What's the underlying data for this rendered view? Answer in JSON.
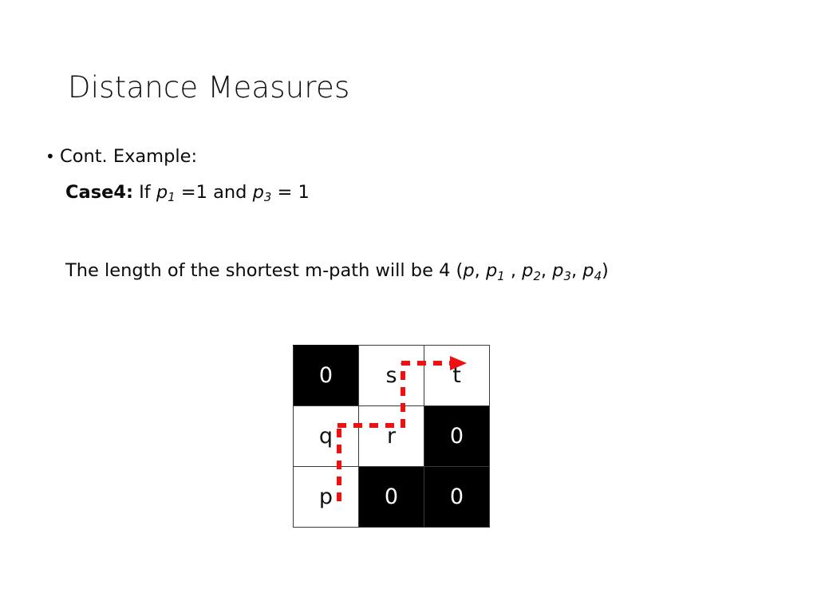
{
  "slide": {
    "title": "Distance Measures"
  },
  "content": {
    "bullet_marker": "•",
    "bullet_label": "Cont. Example:",
    "case_label": "Case4:",
    "case_text_1": "If",
    "case_var_1": "p",
    "case_sub_1": "1",
    "case_text_2": "=1 and",
    "case_var_2": "p",
    "case_sub_2": "3",
    "case_text_3": "= 1",
    "length_text_1": "The length of the shortest m-path will be 4 (",
    "length_var_0": "p",
    "length_sep_0": ",",
    "length_var_1": "p",
    "length_sub_1": "1",
    "length_sep_1": " ,",
    "length_var_2": "p",
    "length_sub_2": "2",
    "length_sep_2": ",",
    "length_var_3": "p",
    "length_sub_3": "3",
    "length_sep_3": ",",
    "length_var_4": "p",
    "length_sub_4": "4",
    "length_text_end": ")"
  },
  "figure": {
    "name": "m-path-grid",
    "rows": 3,
    "cols": 3,
    "cells": [
      {
        "label": "0",
        "fill": "black",
        "text_color": "#ffffff",
        "row": 1,
        "col": 1
      },
      {
        "label": "s",
        "fill": "white",
        "text_color": "#111111",
        "row": 1,
        "col": 2
      },
      {
        "label": "t",
        "fill": "white",
        "text_color": "#111111",
        "row": 1,
        "col": 3
      },
      {
        "label": "q",
        "fill": "white",
        "text_color": "#111111",
        "row": 2,
        "col": 1
      },
      {
        "label": "r",
        "fill": "white",
        "text_color": "#111111",
        "row": 2,
        "col": 2
      },
      {
        "label": "0",
        "fill": "black",
        "text_color": "#ffffff",
        "row": 2,
        "col": 3
      },
      {
        "label": "p",
        "fill": "white",
        "text_color": "#111111",
        "row": 3,
        "col": 1
      },
      {
        "label": "0",
        "fill": "black",
        "text_color": "#ffffff",
        "row": 3,
        "col": 2
      },
      {
        "label": "0",
        "fill": "black",
        "text_color": "#ffffff",
        "row": 3,
        "col": 3
      }
    ],
    "path": {
      "color": "#ee1111",
      "style": "dashed",
      "arrow_head": "right",
      "sequence": [
        "p",
        "q",
        "r",
        "s",
        "t"
      ]
    },
    "border_color": "#3a3a3a"
  }
}
